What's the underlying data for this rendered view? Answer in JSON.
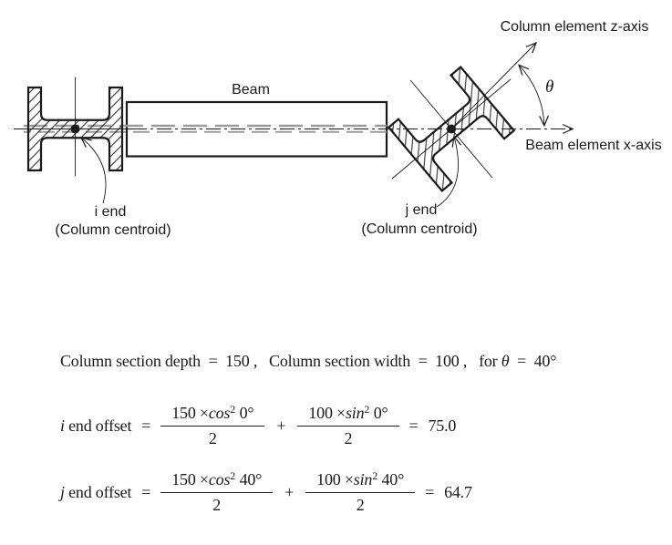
{
  "diagram": {
    "beam_label": "Beam",
    "z_axis_label": "Column element z-axis",
    "x_axis_label": "Beam element x-axis",
    "theta_label": "θ",
    "i_end": {
      "label": "i end",
      "sublabel": "(Column centroid)"
    },
    "j_end": {
      "label": "j end",
      "sublabel": "(Column centroid)"
    },
    "theta_value_deg": 40,
    "colors": {
      "line": "#1a1a1a",
      "centerline_gray": "#9b9b9b",
      "background": "#ffffff"
    }
  },
  "given": {
    "text": "Column section depth  =  150 ,   Column section width  =  100 ,   for ",
    "theta": "θ",
    "tail": "  =  40°"
  },
  "eq_i": {
    "var": "i",
    "lhs": " end offset",
    "eq1": "=",
    "f1": {
      "coeff": "150 ",
      "times": "×",
      "func": "cos",
      "sup": "2",
      "angle": " 0°",
      "den": "2"
    },
    "plus": "+",
    "f2": {
      "coeff": "100 ",
      "times": "×",
      "func": "sin",
      "sup": "2",
      "angle": " 0°",
      "den": "2"
    },
    "eq2": "=",
    "result": "75.0"
  },
  "eq_j": {
    "var": "j",
    "lhs": " end offset",
    "eq1": "=",
    "f1": {
      "coeff": "150 ",
      "times": "×",
      "func": "cos",
      "sup": "2",
      "angle": " 40°",
      "den": "2"
    },
    "plus": "+",
    "f2": {
      "coeff": "100 ",
      "times": "×",
      "func": "sin",
      "sup": "2",
      "angle": " 40°",
      "den": "2"
    },
    "eq2": "=",
    "result": "64.7"
  }
}
